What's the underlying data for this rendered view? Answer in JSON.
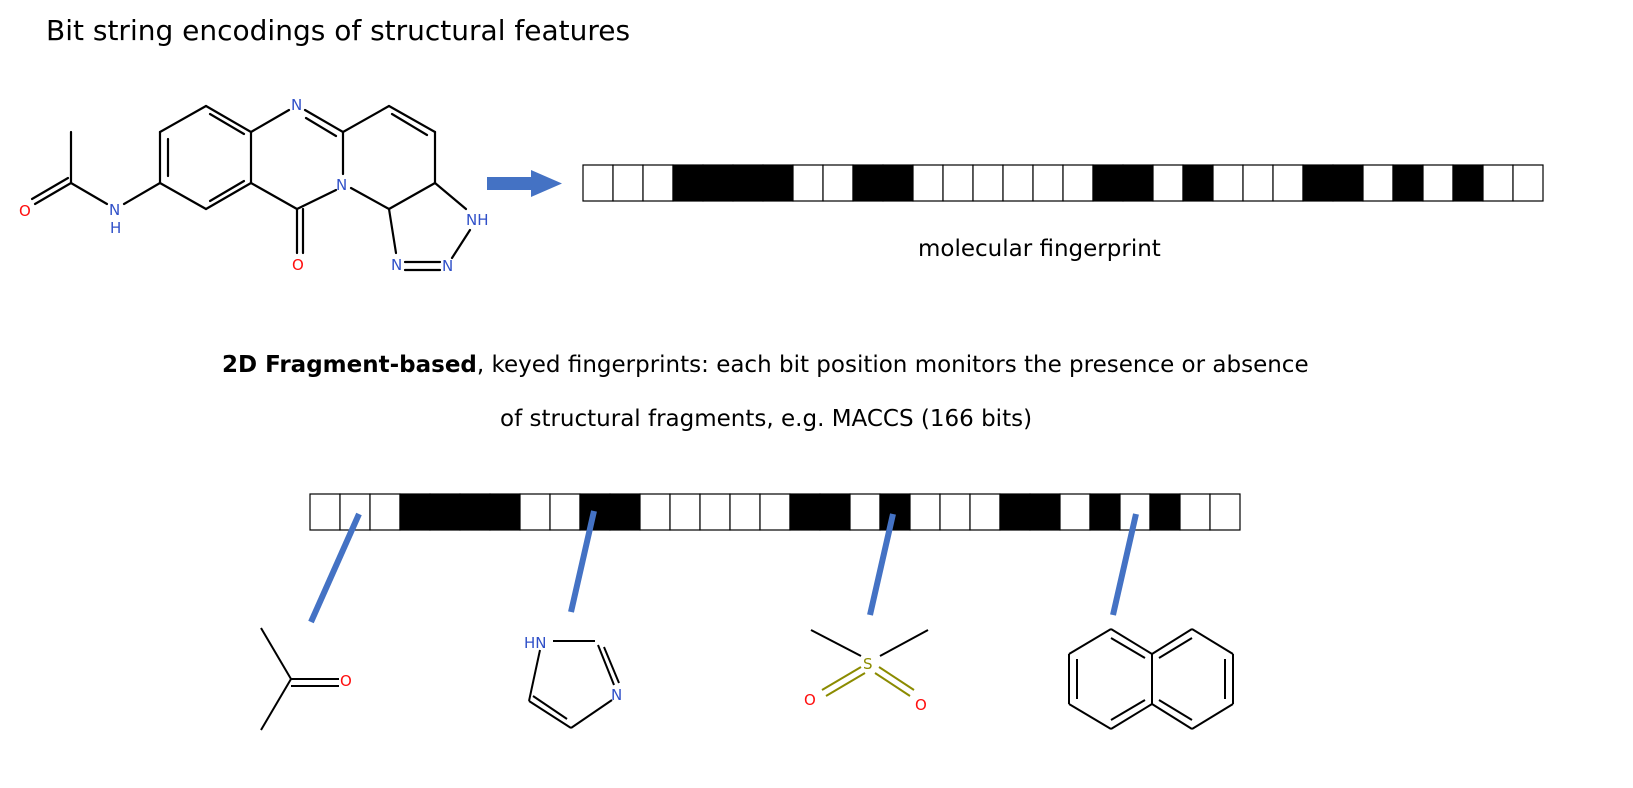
{
  "title": "Bit string encodings of structural features",
  "fingerprint_label": "molecular fingerprint",
  "description": {
    "bold": "2D Fragment-based",
    "line1_rest": ", keyed fingerprints: each bit position monitors the presence or absence",
    "line2": "of structural fragments, e.g. MACCS (166 bits)"
  },
  "top_fingerprint_bits": [
    0,
    0,
    0,
    1,
    1,
    1,
    1,
    0,
    0,
    1,
    1,
    0,
    0,
    0,
    0,
    0,
    0,
    1,
    1,
    0,
    1,
    0,
    0,
    0,
    1,
    1,
    0,
    1,
    0,
    1,
    0,
    0
  ],
  "bottom_fingerprint_bits": [
    0,
    0,
    0,
    1,
    1,
    1,
    1,
    0,
    0,
    1,
    1,
    0,
    0,
    0,
    0,
    0,
    1,
    1,
    0,
    1,
    0,
    0,
    0,
    1,
    1,
    0,
    1,
    0,
    1,
    0,
    0
  ],
  "atom_labels": {
    "main_O_amide": "O",
    "main_NH_amide_N": "N",
    "main_NH_amide_H": "H",
    "main_N_ring_top": "N",
    "main_N_bridge": "N",
    "main_O_carbonyl": "O",
    "main_NH_triazole": "NH",
    "main_N_triazole_1": "N",
    "main_N_triazole_2": "N",
    "ketone_O": "O",
    "imidazole_HN": "HN",
    "imidazole_N": "N",
    "sulfone_S": "S",
    "sulfone_O1": "O",
    "sulfone_O2": "O"
  },
  "colors": {
    "arrow": "#4472c4",
    "connector": "#4472c4",
    "nitrogen": "#3050c8",
    "oxygen": "#ff0d0d",
    "sulfur": "#8b8b00",
    "bit_on": "#000000",
    "bit_off": "#ffffff"
  }
}
